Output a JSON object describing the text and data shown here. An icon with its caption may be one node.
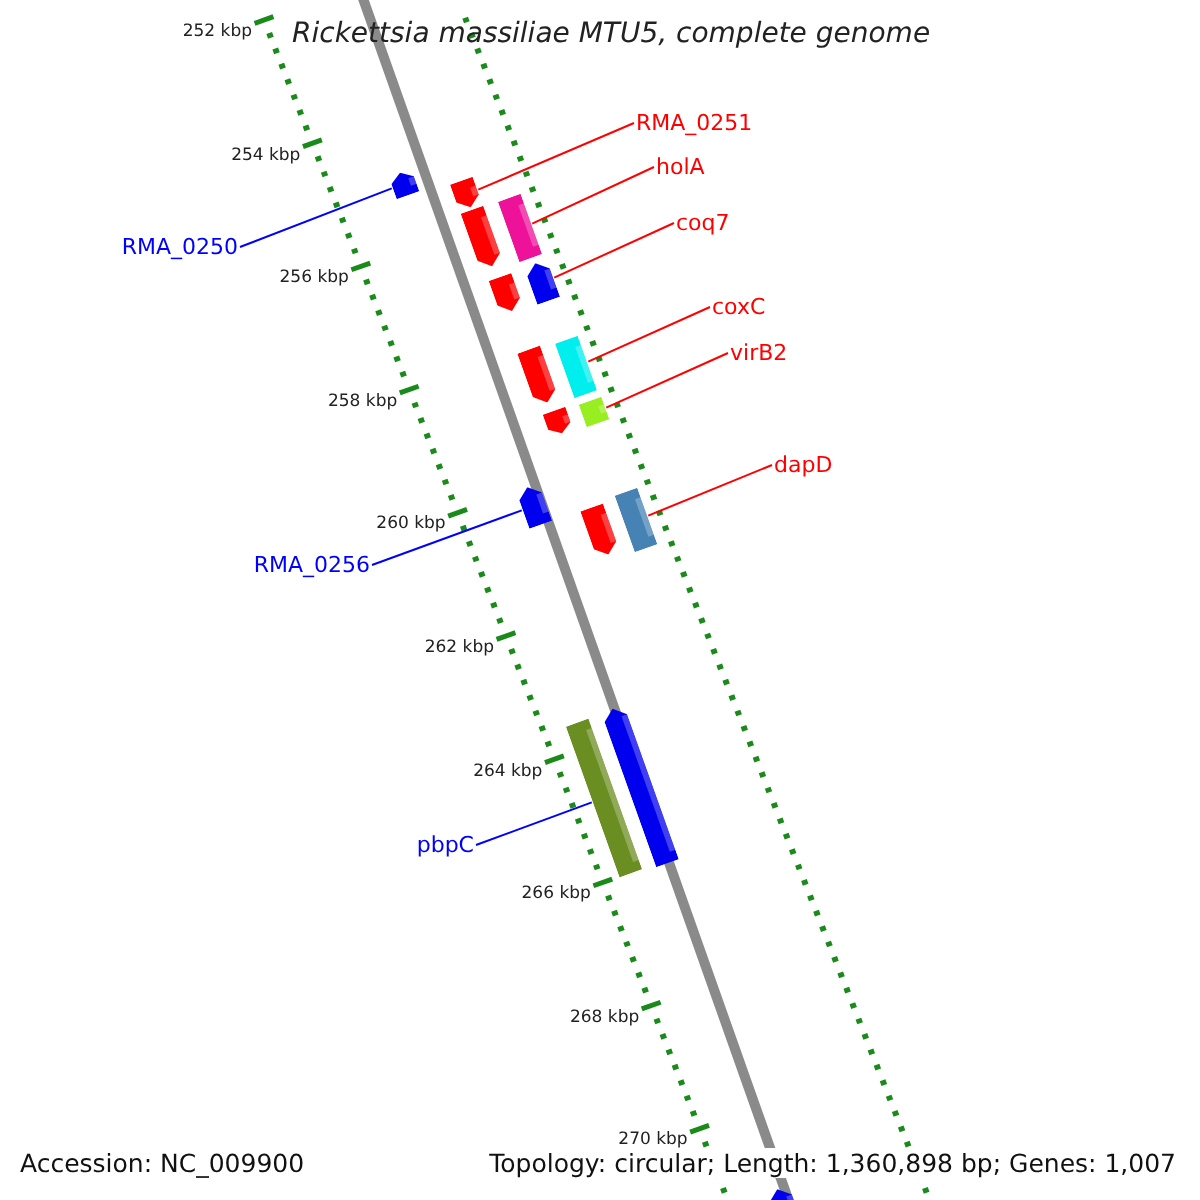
{
  "diagram": {
    "title": "Rickettsia massiliae MTU5, complete genome",
    "nodes": [
      {
        "text": [
          "RMA_0251"
        ]
      },
      {
        "text": [
          "holA"
        ]
      },
      {
        "text": [
          "RMA_0250"
        ]
      },
      {
        "text": [
          "coq7"
        ]
      },
      {
        "text": [
          "coxC"
        ]
      },
      {
        "text": [
          "virB2"
        ]
      },
      {
        "text": [
          "dapD"
        ]
      },
      {
        "text": [
          "RMA_0256"
        ]
      },
      {
        "text": [
          "pbpC"
        ]
      },
      {
        "text": [],
        "shape": "arrow"
      },
      {
        "text": [],
        "shape": "arrow"
      },
      {
        "text": [],
        "shape": "bar"
      },
      {
        "text": [],
        "shape": "arrow"
      },
      {
        "text": [],
        "shape": "arrow"
      },
      {
        "text": [],
        "shape": "arrow"
      },
      {
        "text": [],
        "shape": "bar"
      },
      {
        "text": [],
        "shape": "arrow"
      },
      {
        "text": [],
        "shape": "bar"
      },
      {
        "text": [],
        "shape": "arrow"
      },
      {
        "text": [],
        "shape": "arrow"
      },
      {
        "text": [],
        "shape": "bar"
      },
      {
        "text": [],
        "shape": "arrow"
      },
      {
        "text": [],
        "shape": "arrow"
      },
      {
        "text": [],
        "shape": "bar"
      },
      {
        "text": [],
        "shape": "arrow"
      }
    ],
    "edges": [
      {
        "from": 0,
        "to": 10,
        "arrow": "none"
      },
      {
        "from": 1,
        "to": 11,
        "arrow": "none"
      },
      {
        "from": 2,
        "to": 9,
        "arrow": "none",
        "color": "#0000ff"
      },
      {
        "from": 3,
        "to": 13,
        "arrow": "none"
      },
      {
        "from": 4,
        "to": 15,
        "arrow": "none"
      },
      {
        "from": 5,
        "to": 17,
        "arrow": "none"
      },
      {
        "from": 6,
        "to": 20,
        "arrow": "none"
      },
      {
        "from": 7,
        "to": 19,
        "arrow": "none",
        "color": "#0000ff"
      },
      {
        "from": 8,
        "to": 23,
        "arrow": "none",
        "color": "#0000ff"
      }
    ],
    "labels": [
      "252 kbp",
      "254 kbp",
      "256 kbp",
      "258 kbp",
      "260 kbp",
      "262 kbp",
      "264 kbp",
      "266 kbp",
      "268 kbp",
      "270 kbp",
      "Accession: NC_009900",
      "Topology: circular; Length: 1,360,898 bp; Genes: 1,007"
    ]
  }
}
